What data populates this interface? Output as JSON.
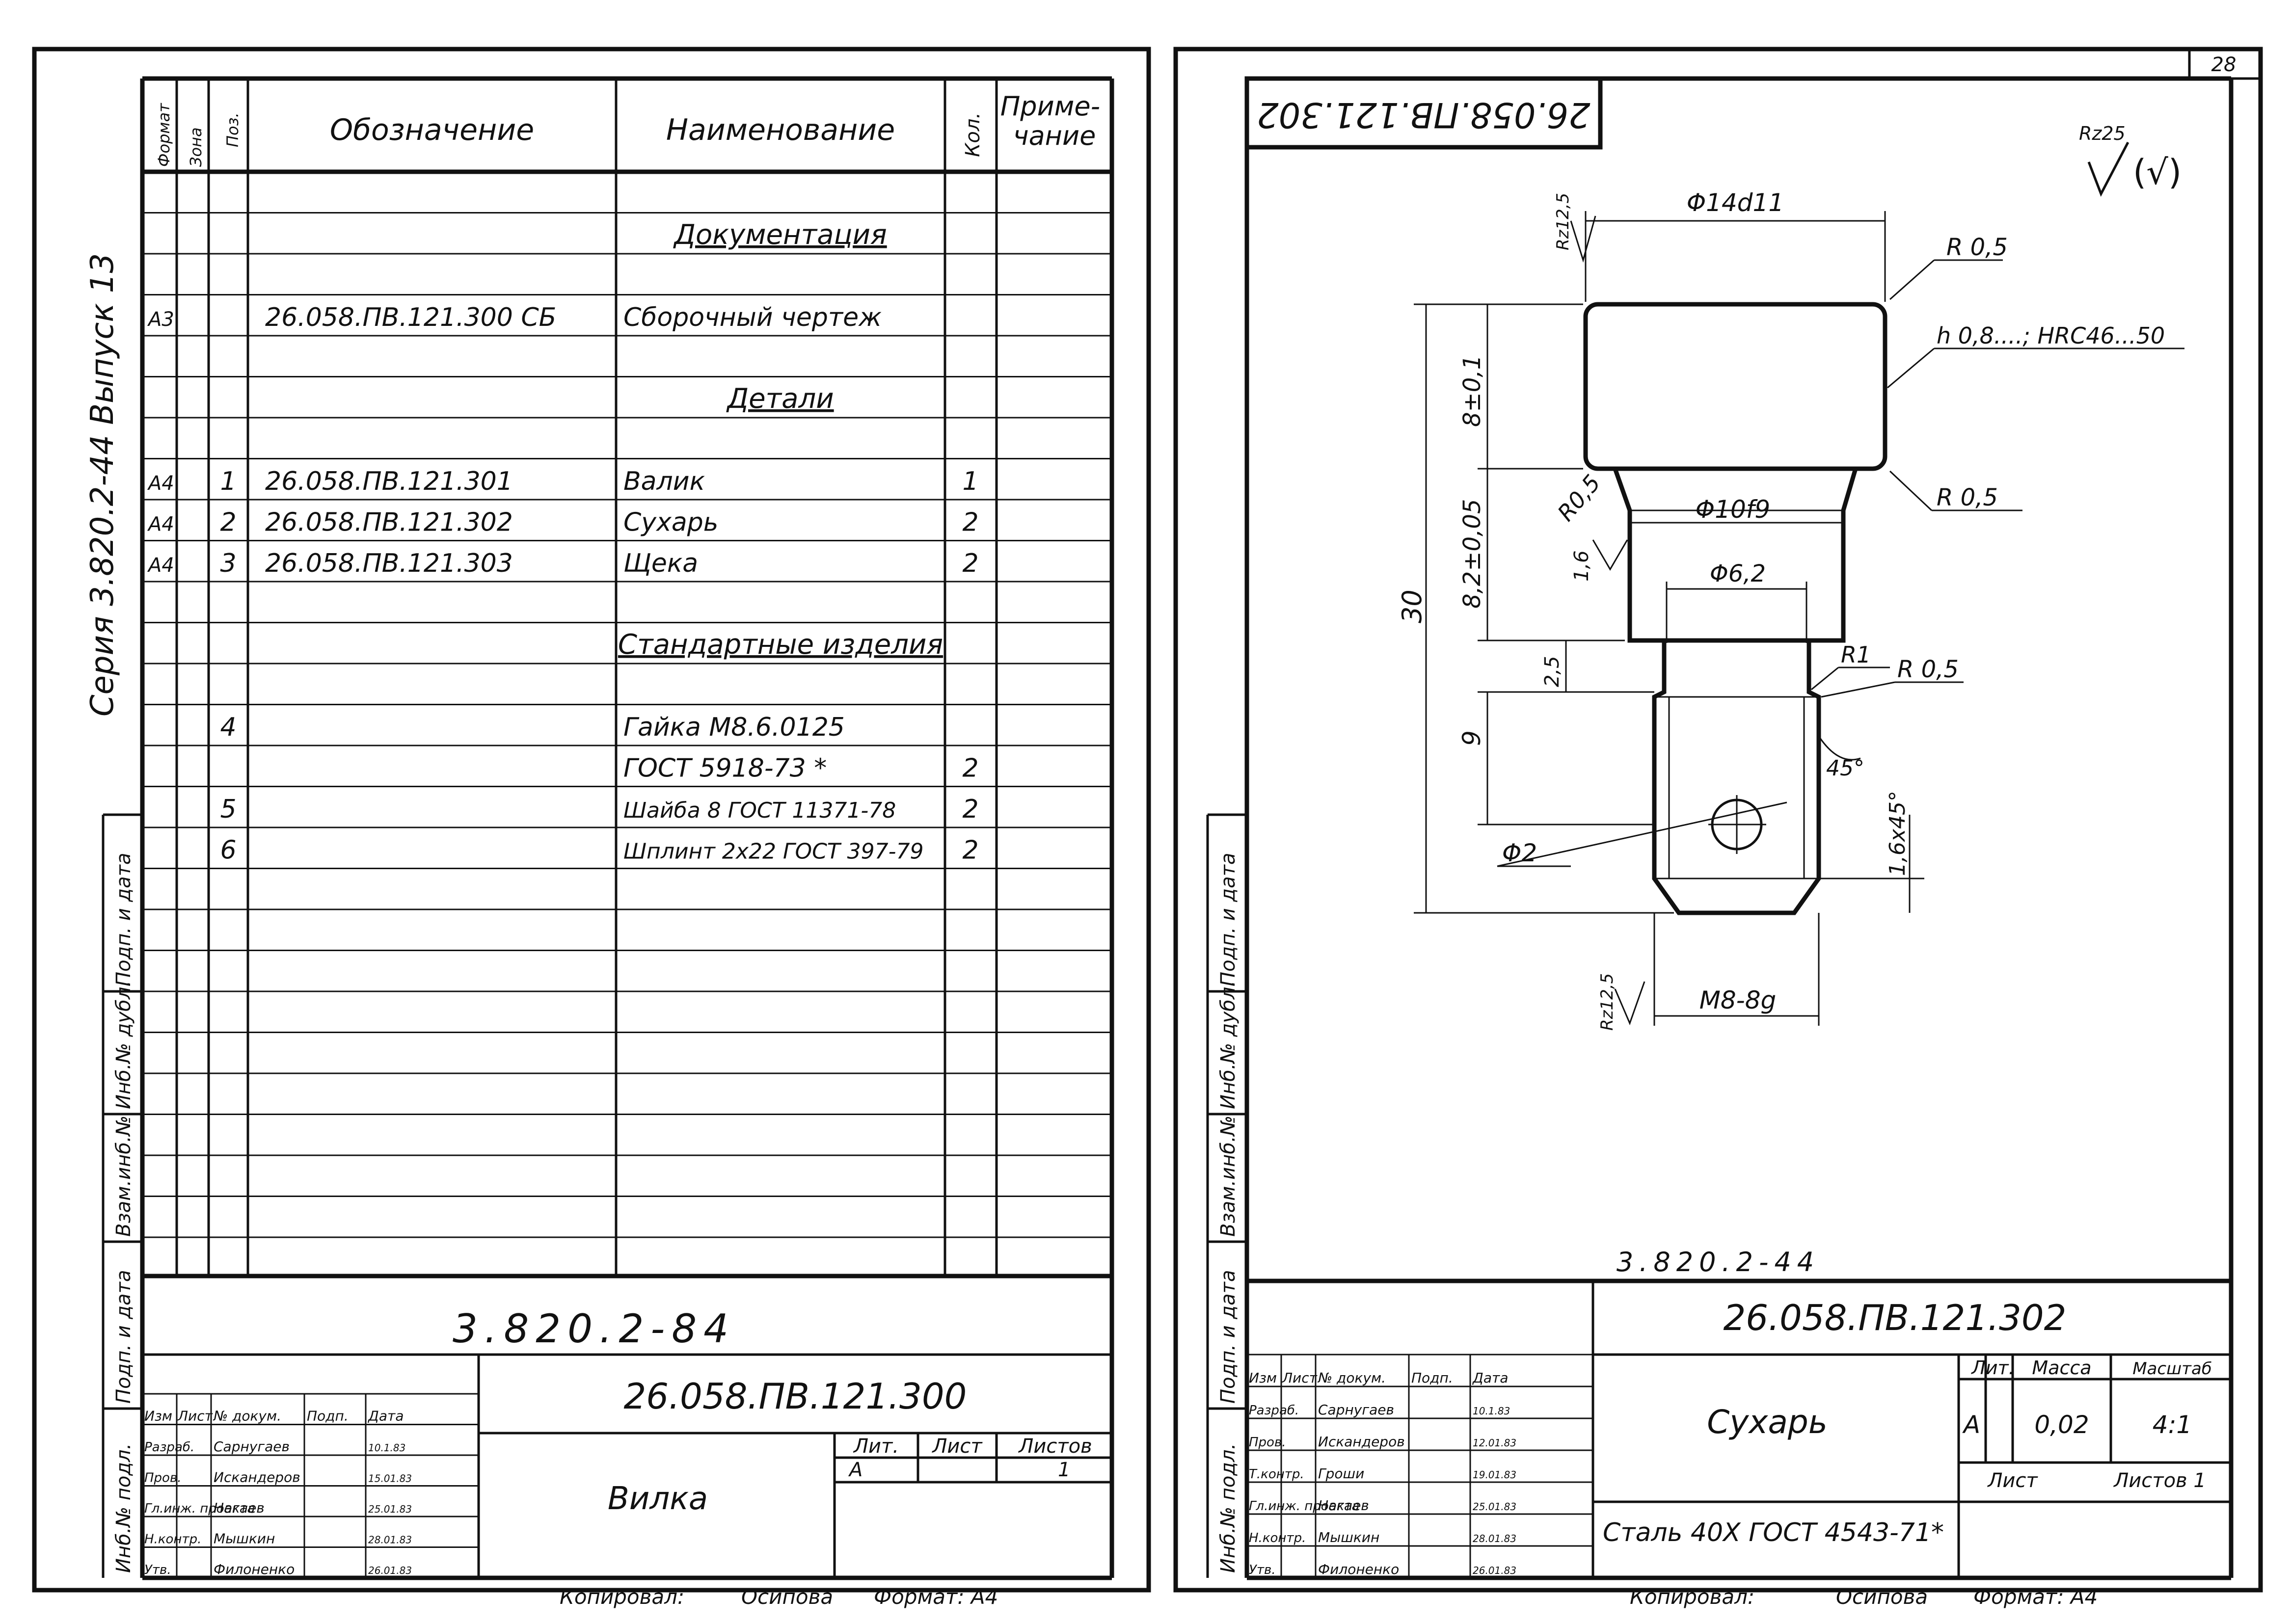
{
  "page_number": "28",
  "left_sheet": {
    "margin_series": "Серия 3.820.2-44 Выпуск 13",
    "side_labels": [
      "Инб.№ подл.",
      "Подп. и дата",
      "Взам.инб.№",
      "Инб.№ дубл.",
      "Подп. и дата"
    ],
    "header": {
      "format": "Формат",
      "zone": "Зона",
      "pos": "Поз.",
      "designation": "Обозначение",
      "name": "Наименование",
      "qty": "Кол.",
      "note": "Приме-\nчание"
    },
    "rows": [
      {
        "row": 2,
        "name": "Документация",
        "section": true
      },
      {
        "row": 4,
        "format": "А3",
        "designation": "26.058.ПВ.121.300 СБ",
        "name": "Сборочный чертеж"
      },
      {
        "row": 6,
        "name": "Детали",
        "section": true
      },
      {
        "row": 8,
        "format": "А4",
        "pos": "1",
        "designation": "26.058.ПВ.121.301",
        "name": "Валик",
        "qty": "1"
      },
      {
        "row": 9,
        "format": "А4",
        "pos": "2",
        "designation": "26.058.ПВ.121.302",
        "name": "Сухарь",
        "qty": "2"
      },
      {
        "row": 10,
        "format": "А4",
        "pos": "3",
        "designation": "26.058.ПВ.121.303",
        "name": "Щека",
        "qty": "2"
      },
      {
        "row": 12,
        "name": "Стандартные изделия",
        "section": true
      },
      {
        "row": 14,
        "pos": "4",
        "name": "Гайка М8.6.0125"
      },
      {
        "row": 15,
        "name": "ГОСТ 5918-73 *",
        "qty": "2"
      },
      {
        "row": 16,
        "pos": "5",
        "name": "Шайба 8 ГОСТ 11371-78",
        "qty": "2"
      },
      {
        "row": 17,
        "pos": "6",
        "name": "Шплинт 2х22 ГОСТ 397-79",
        "qty": "2"
      }
    ],
    "stamp_series": "3.820.2-84",
    "title_block": {
      "designation": "26.058.ПВ.121.300",
      "name": "Вилка",
      "sign_header": [
        "Изм",
        "Лист",
        "№ докум.",
        "Подп.",
        "Дата"
      ],
      "roles": [
        {
          "role": "Разраб.",
          "person": "Сарнугаев",
          "date": "10.1.83"
        },
        {
          "role": "Пров.",
          "person": "Искандеров",
          "date": "15.01.83"
        },
        {
          "role": "Гл.инж. проекта",
          "person": "Нагаев",
          "date": "25.01.83"
        },
        {
          "role": "Н.контр.",
          "person": "Мышкин",
          "date": "28.01.83"
        },
        {
          "role": "Утв.",
          "person": "Филоненко",
          "date": "26.01.83"
        }
      ],
      "lit_label": "Лит.",
      "lit_value": "А",
      "sheet_label": "Лист",
      "sheets_label": "Листов",
      "sheets_value": "1"
    },
    "copied_by_label": "Копировал:",
    "copied_by": "Осипова",
    "format_label": "Формат: А4"
  },
  "right_sheet": {
    "corner_designation": "26.058.ПВ.121.302",
    "side_labels": [
      "Инб.№ подл.",
      "Подп. и дата",
      "Взам.инб.№",
      "Инб.№ дубл.",
      "Подп. и дата"
    ],
    "drawing": {
      "roughness_general": "Rz25",
      "roughness_general_note": "(√)",
      "dims": {
        "d_top": "Φ14d11",
        "r_top": "R 0,5",
        "hardness": "h 0,8....; HRC46...50",
        "r_mid_right": "R 0,5",
        "r_mid_left": "R0,5",
        "d_mid": "Φ10f9",
        "d_inner": "Φ6,2",
        "r1": "R1",
        "r_low": "R 0,5",
        "h_head": "8±0,1",
        "h_neck": "8,2±0,05",
        "h_total": "30",
        "h_groove": "2,5",
        "h_thread": "9",
        "chamfer_angle": "45°",
        "chamfer": "1,6х45°",
        "hole": "Φ2",
        "thread": "М8-8g",
        "rz_top": "Rz12,5",
        "rz_mid": "1,6",
        "rz_bottom": "Rz12,5"
      }
    },
    "stamp_series": "3.820.2-44",
    "title_block": {
      "designation": "26.058.ПВ.121.302",
      "name": "Сухарь",
      "material": "Сталь 40Х ГОСТ 4543-71*",
      "sign_header": [
        "Изм",
        "Лист",
        "№ докум.",
        "Подп.",
        "Дата"
      ],
      "roles": [
        {
          "role": "Разраб.",
          "person": "Сарнугаев",
          "date": "10.1.83"
        },
        {
          "role": "Пров.",
          "person": "Искандеров",
          "date": "12.01.83"
        },
        {
          "role": "Т.контр.",
          "person": "Гроши",
          "date": "19.01.83"
        },
        {
          "role": "Гл.инж. проекта",
          "person": "Нагаев",
          "date": "25.01.83"
        },
        {
          "role": "Н.контр.",
          "person": "Мышкин",
          "date": "28.01.83"
        },
        {
          "role": "Утв.",
          "person": "Филоненко",
          "date": "26.01.83"
        }
      ],
      "lit_label": "Лит.",
      "mass_label": "Масса",
      "scale_label": "Масштаб",
      "lit_value": "А",
      "mass_value": "0,02",
      "scale_value": "4:1",
      "sheet_label": "Лист",
      "sheets_label": "Листов 1"
    },
    "copied_by_label": "Копировал:",
    "copied_by": "Осипова",
    "format_label": "Формат: А4"
  }
}
